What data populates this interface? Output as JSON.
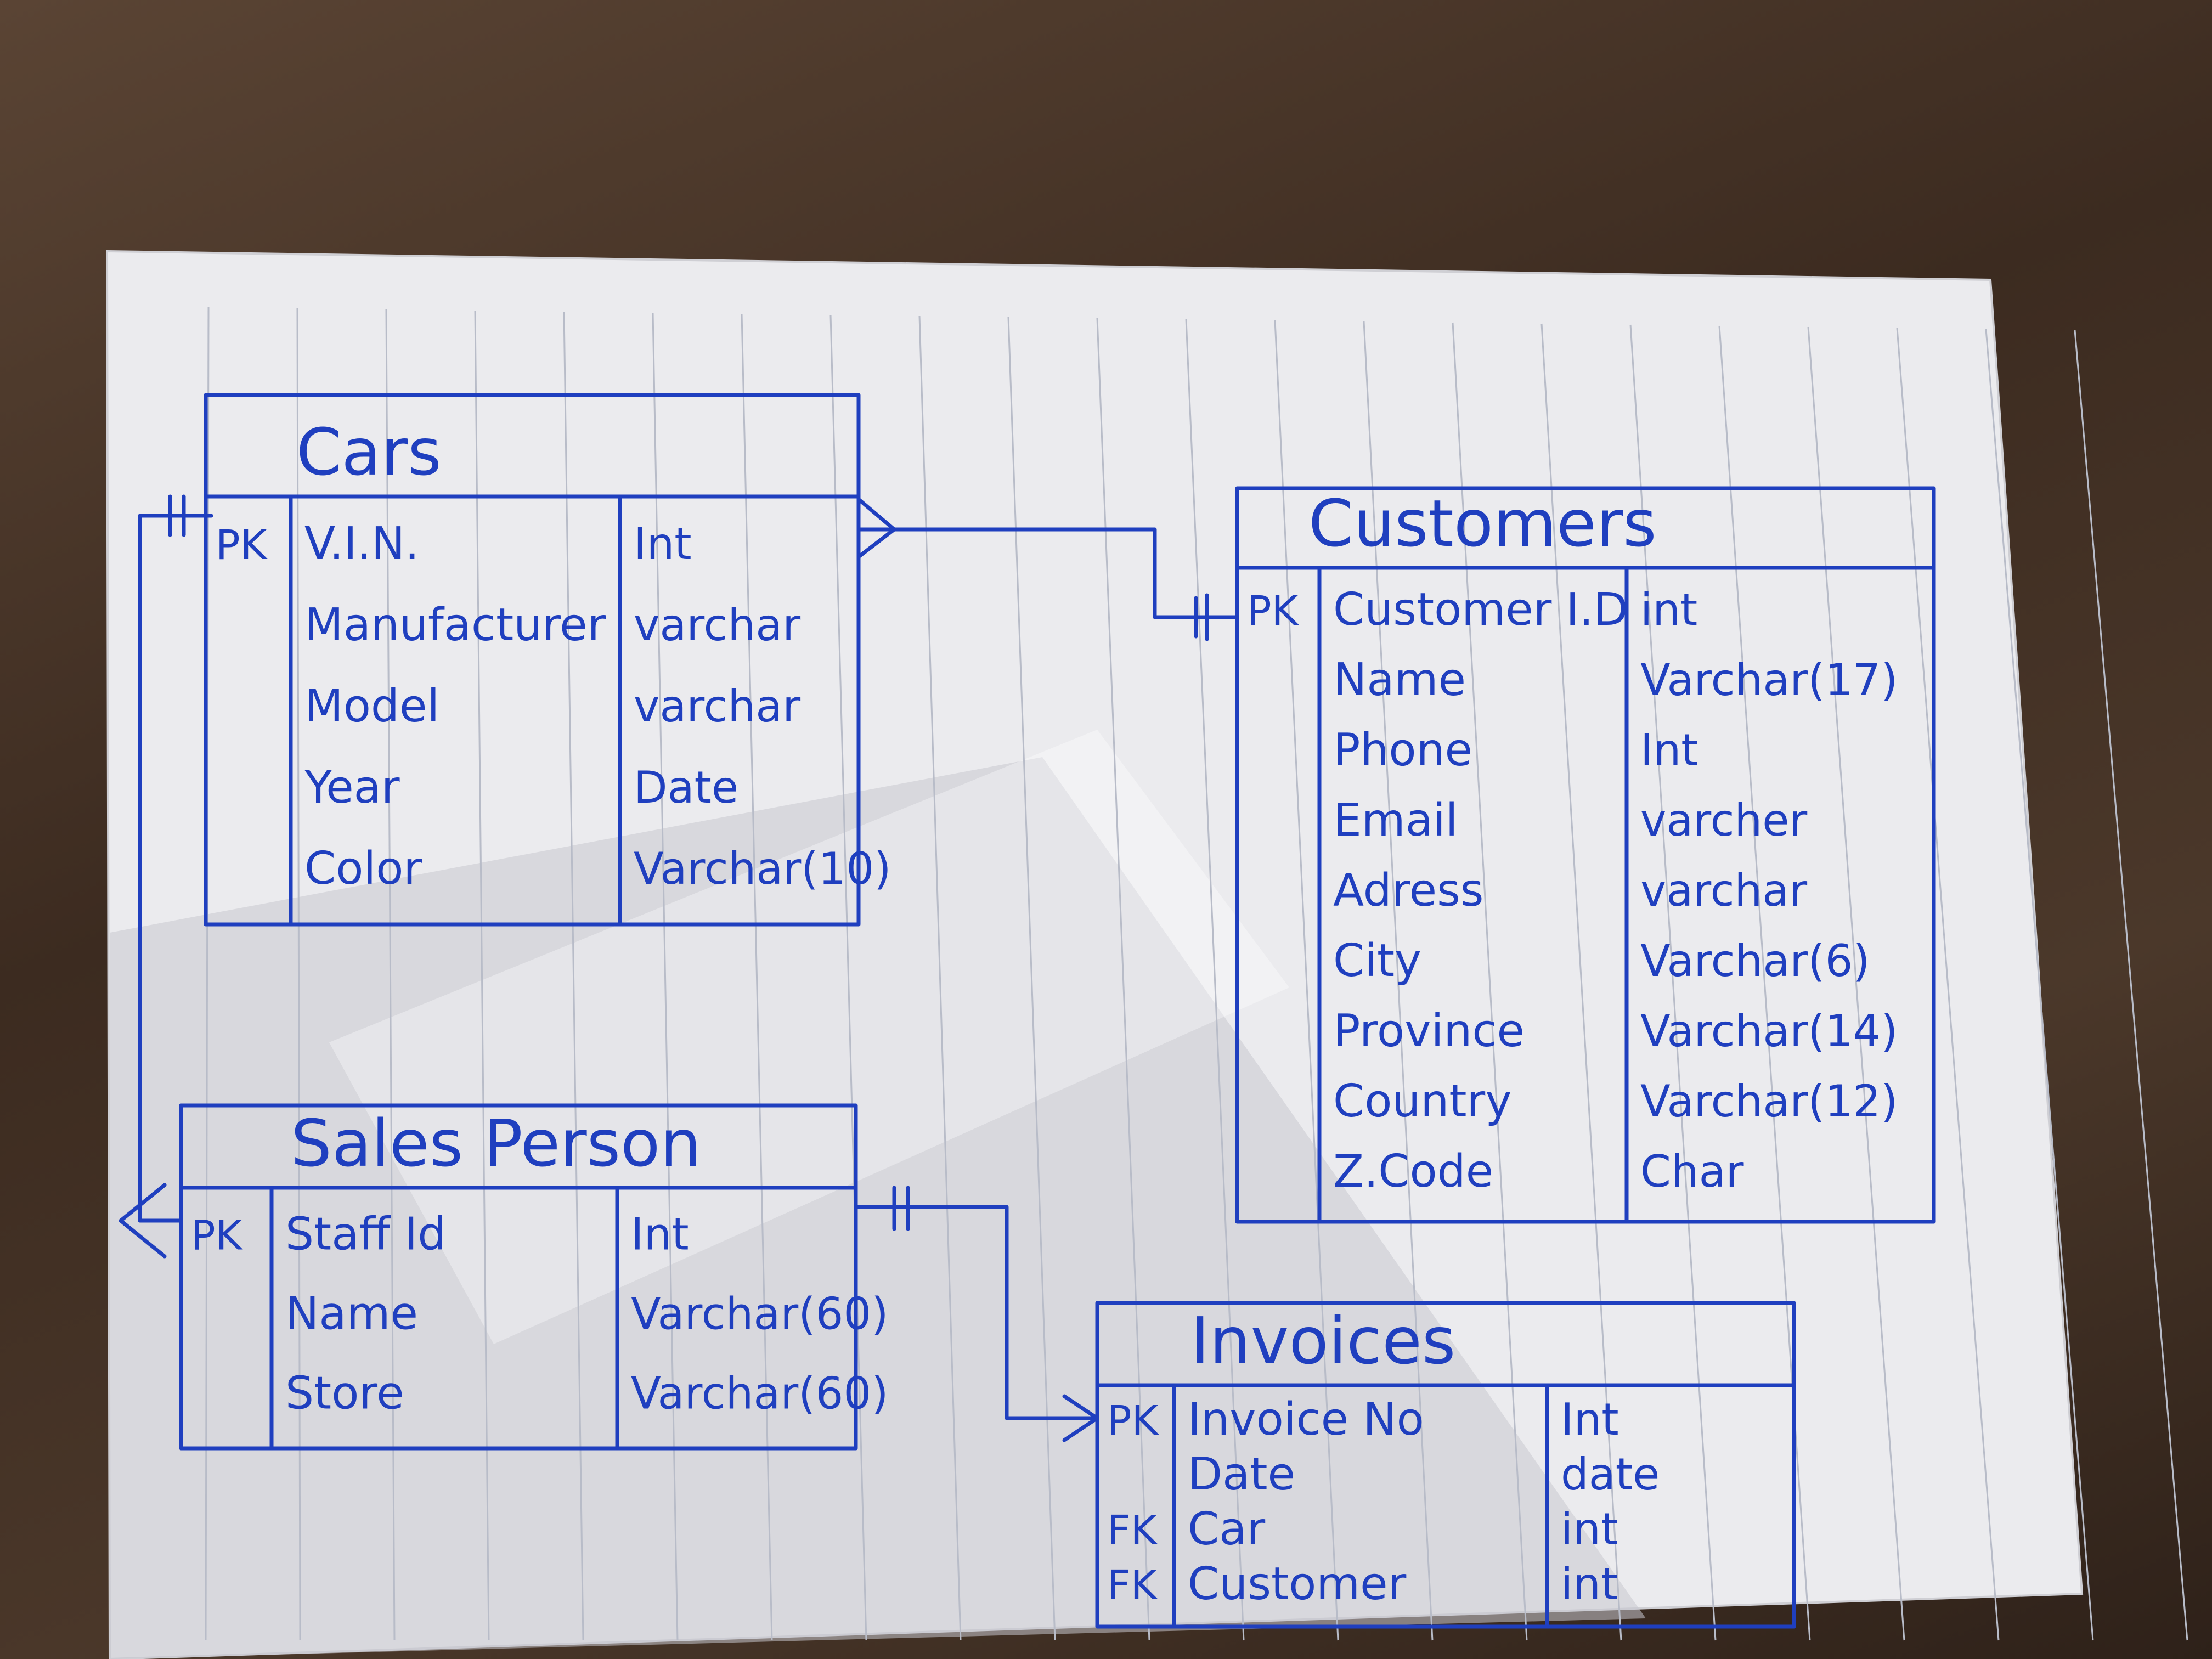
{
  "tables": [
    {
      "id": "cars",
      "title": "Cars",
      "rows": [
        {
          "key": "PK",
          "name": "V.I.N.",
          "type": "Int"
        },
        {
          "key": "",
          "name": "Manufacturer",
          "type": "varchar"
        },
        {
          "key": "",
          "name": "Model",
          "type": "varchar"
        },
        {
          "key": "",
          "name": "Year",
          "type": "Date"
        },
        {
          "key": "",
          "name": "Color",
          "type": "Varchar(10)"
        }
      ]
    },
    {
      "id": "customers",
      "title": "Customers",
      "rows": [
        {
          "key": "PK",
          "name": "Customer I.D",
          "type": "int"
        },
        {
          "key": "",
          "name": "Name",
          "type": "Varchar(17)"
        },
        {
          "key": "",
          "name": "Phone",
          "type": "Int"
        },
        {
          "key": "",
          "name": "Email",
          "type": "varcher"
        },
        {
          "key": "",
          "name": "Adress",
          "type": "varchar"
        },
        {
          "key": "",
          "name": "City",
          "type": "Varchar(6)"
        },
        {
          "key": "",
          "name": "Province",
          "type": "Varchar(14)"
        },
        {
          "key": "",
          "name": "Country",
          "type": "Varchar(12)"
        },
        {
          "key": "",
          "name": "Z.Code",
          "type": "Char"
        }
      ]
    },
    {
      "id": "sales-person",
      "title": "Sales Person",
      "rows": [
        {
          "key": "PK",
          "name": "Staff Id",
          "type": "Int"
        },
        {
          "key": "",
          "name": "Name",
          "type": "Varchar(60)"
        },
        {
          "key": "",
          "name": "Store",
          "type": "Varchar(60)"
        }
      ]
    },
    {
      "id": "invoices",
      "title": "Invoices",
      "rows": [
        {
          "key": "PK",
          "name": "Invoice No",
          "type": "Int"
        },
        {
          "key": "",
          "name": "Date",
          "type": "date"
        },
        {
          "key": "FK",
          "name": "Car",
          "type": "int"
        },
        {
          "key": "FK",
          "name": "Customer",
          "type": "int"
        }
      ]
    }
  ],
  "relationships": [
    {
      "from": "cars",
      "to": "customers",
      "from_end": "many",
      "to_end": "one"
    },
    {
      "from": "sales-person",
      "to": "cars",
      "from_end": "many",
      "to_end": "one"
    },
    {
      "from": "sales-person",
      "to": "invoices",
      "from_end": "one",
      "to_end": "many"
    }
  ],
  "colors": {
    "ink": "#1f3fbf",
    "paper": "#eeeef0",
    "rule": "#b8bcc8",
    "desk": "#4a3628"
  }
}
